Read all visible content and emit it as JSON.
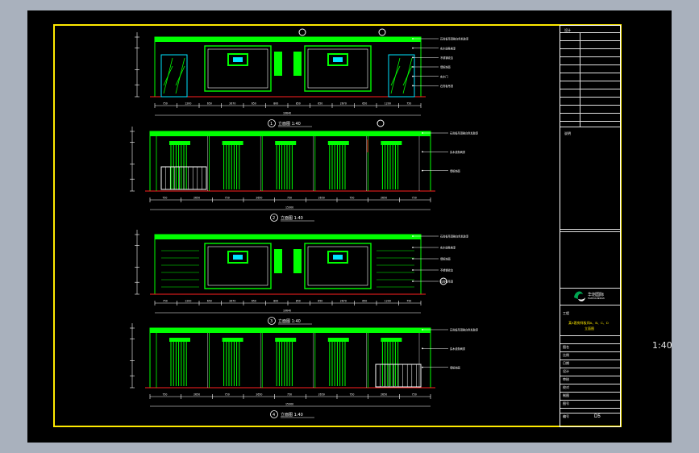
{
  "view": {
    "scale_readout": "1:40"
  },
  "colors": {
    "background": "#a9b1bd",
    "viewport": "#000000",
    "border": "#ffea00",
    "drawing": "#00ff00",
    "text": "#ffffff"
  },
  "elevations": [
    {
      "kind": "panels",
      "title_num": "1",
      "title": "立面图 1:40",
      "dims": [
        "750",
        "1200",
        "650",
        "2670",
        "650",
        "800",
        "850",
        "650",
        "2670",
        "650",
        "1200",
        "750"
      ],
      "total": "10640",
      "notes": [
        "石膏板吊顶刷白色乳胶漆",
        "实木线条刷漆",
        "不锈钢收边",
        "墙纸饰面",
        "实木门",
        "石膏板吊顶"
      ]
    },
    {
      "kind": "curtains",
      "title_num": "2",
      "title": "立面图 1:40",
      "dims": [
        "750",
        "2650",
        "750",
        "2650",
        "750",
        "2650",
        "750",
        "2650",
        "750"
      ],
      "total": "15300",
      "notes": [
        "石膏板吊顶刷白色乳胶漆",
        "实木线条刷漆",
        "墙纸饰面"
      ]
    },
    {
      "kind": "panels-plain",
      "title_num": "3",
      "title": "立面图 1:40",
      "dims": [
        "750",
        "1200",
        "650",
        "2670",
        "650",
        "800",
        "850",
        "650",
        "2670",
        "650",
        "1200",
        "750"
      ],
      "total": "10640",
      "notes": [
        "石膏板吊顶刷白色乳胶漆",
        "实木线条刷漆",
        "墙纸饰面",
        "不锈钢收边",
        "石膏板吊顶"
      ]
    },
    {
      "kind": "curtains2",
      "title_num": "4",
      "title": "立面图 1:40",
      "dims": [
        "750",
        "2650",
        "750",
        "2650",
        "750",
        "2650",
        "750",
        "2650",
        "750"
      ],
      "total": "15300",
      "notes": [
        "石膏板吊顶刷白色乳胶漆",
        "实木线条刷漆",
        "墙纸饰面"
      ]
    }
  ],
  "title_block": {
    "header": "设计",
    "section2": "说明",
    "logo_text": "华划国际",
    "logo_sub": "HUAHUA DESIGN",
    "project_label": "工程",
    "project_name": "某K客房样板间A、B、C、D",
    "drawing_name": "立面图",
    "rows": [
      "图名",
      "比例",
      "日期",
      "设计",
      "审核",
      "校对",
      "制图",
      "图号"
    ],
    "sheet_label": "编号",
    "sheet_no": "D5"
  }
}
